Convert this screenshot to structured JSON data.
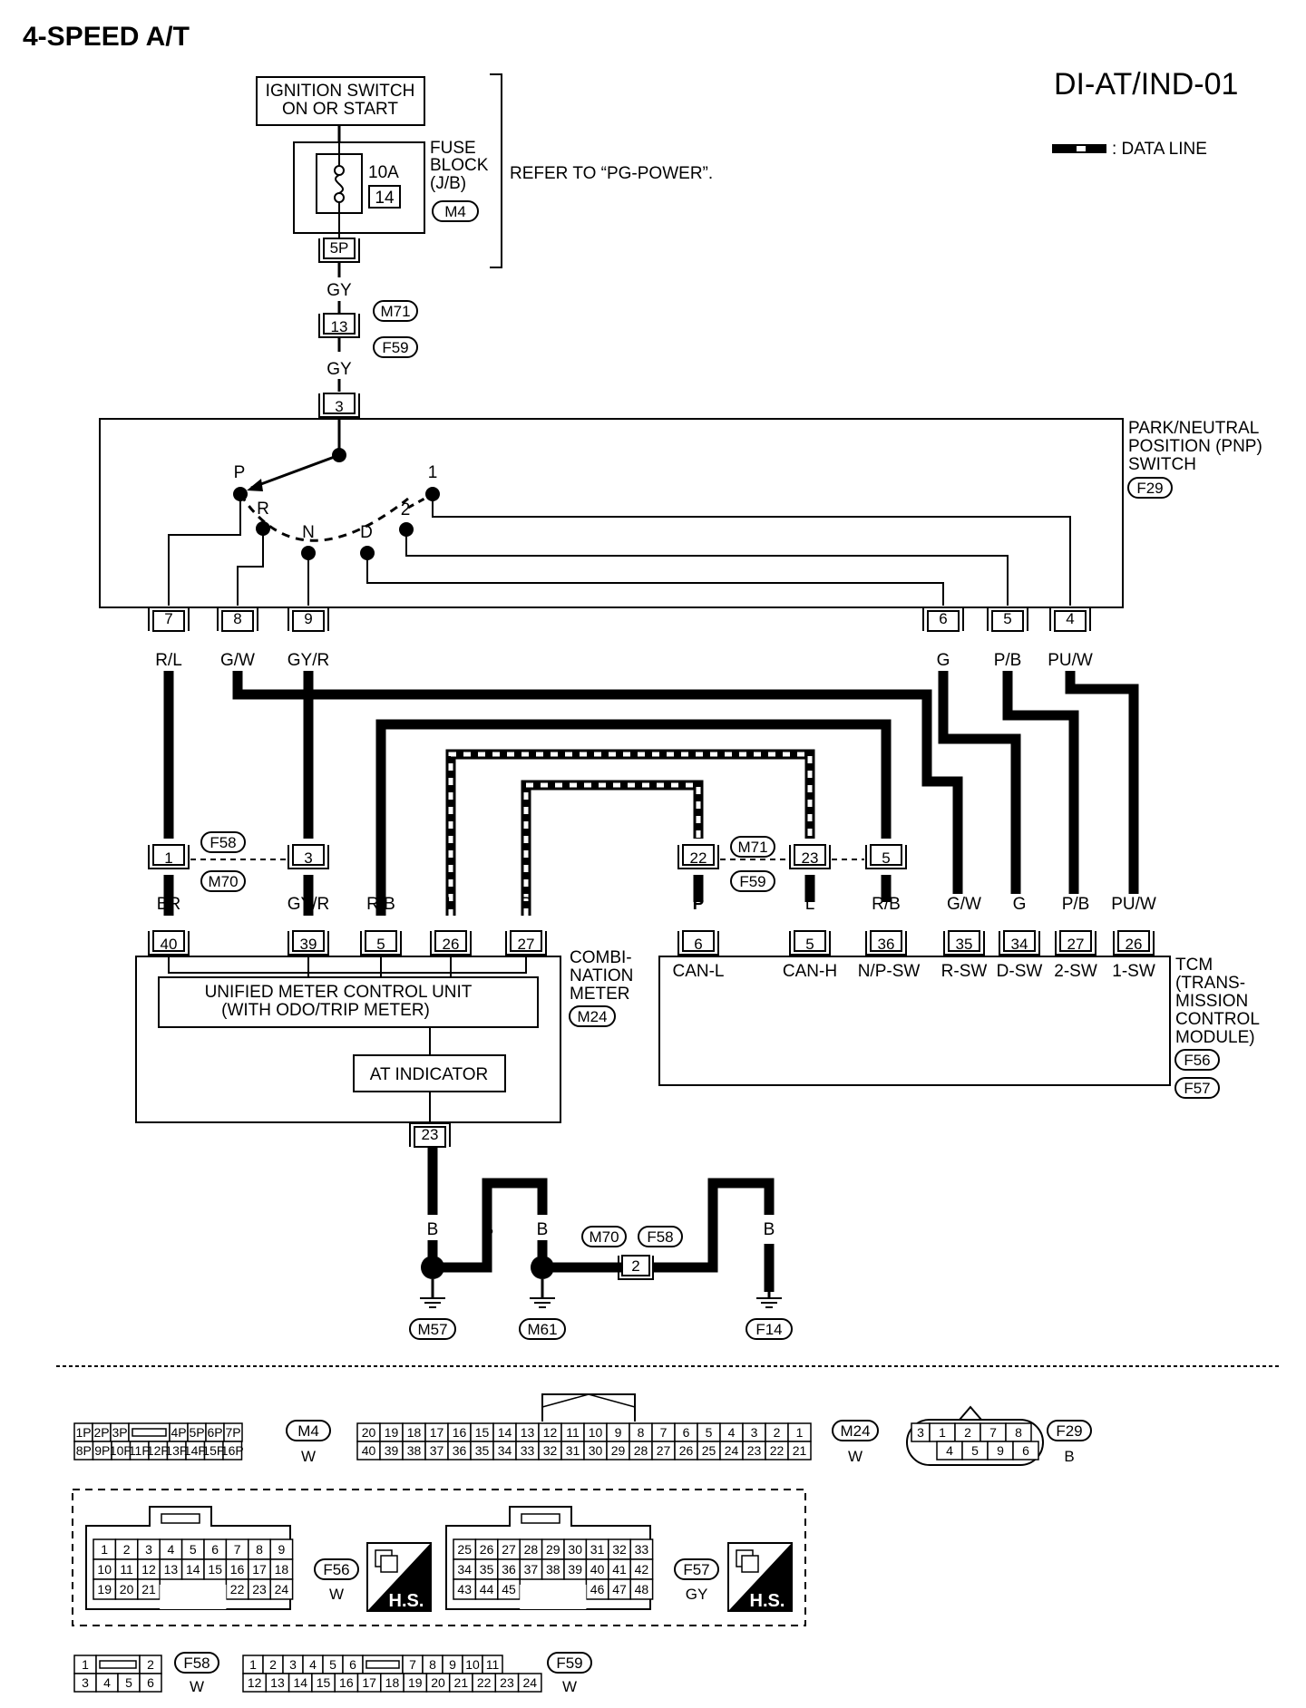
{
  "page": {
    "title": "4-SPEED A/T",
    "code": "DI-AT/IND-01",
    "legend_label": ": DATA LINE"
  },
  "power": {
    "ignition_line1": "IGNITION SWITCH",
    "ignition_line2": "ON OR START",
    "fuse_rating": "10A",
    "fuse_number": "14",
    "fuse_label1": "FUSE",
    "fuse_label2": "BLOCK",
    "fuse_label3": "(J/B)",
    "fuse_conn": "M4",
    "fuse_pin": "5P",
    "refer": "REFER TO “PG-POWER”.",
    "wire1": "GY",
    "inline_pin": "13",
    "inline_m": "M71",
    "inline_f": "F59",
    "wire2": "GY"
  },
  "pnp": {
    "label1": "PARK/NEUTRAL",
    "label2": "POSITION (PNP)",
    "label3": "SWITCH",
    "conn": "F29",
    "top_pin": "3",
    "positions": [
      "P",
      "R",
      "N",
      "D",
      "2",
      "1"
    ],
    "pins": [
      "7",
      "8",
      "9",
      "6",
      "5",
      "4"
    ],
    "wires": [
      "R/L",
      "G/W",
      "GY/R",
      "G",
      "P/B",
      "PU/W"
    ]
  },
  "joint_left": {
    "pin1": "1",
    "pin3": "3",
    "f": "F58",
    "m": "M70"
  },
  "joint_right": {
    "pin22": "22",
    "pin23": "23",
    "pin5": "5",
    "m": "M71",
    "f": "F59"
  },
  "meter": {
    "wires": [
      "BR",
      "GY/R",
      "R/B",
      "L",
      "P"
    ],
    "pins": [
      "40",
      "39",
      "5",
      "26",
      "27"
    ],
    "label1": "COMBI-",
    "label2": "NATION",
    "label3": "METER",
    "conn": "M24",
    "unit1": "UNIFIED METER CONTROL UNIT",
    "unit2": "(WITH ODO/TRIP METER)",
    "indicator": "AT INDICATOR",
    "ground_pin": "23"
  },
  "tcm": {
    "wires": [
      "P",
      "L",
      "R/B",
      "G/W",
      "G",
      "P/B",
      "PU/W"
    ],
    "pins": [
      "6",
      "5",
      "36",
      "35",
      "34",
      "27",
      "26"
    ],
    "terms": [
      "CAN-L",
      "CAN-H",
      "N/P-SW",
      "R-SW",
      "D-SW",
      "2-SW",
      "1-SW"
    ],
    "label1": "TCM",
    "label2": "(TRANS-",
    "label3": "MISSION",
    "label4": "CONTROL",
    "label5": "MODULE)",
    "conn1": "F56",
    "conn2": "F57"
  },
  "ground": {
    "wire": "B",
    "m57": "M57",
    "m61": "M61",
    "f14": "F14",
    "joint_pin": "2",
    "joint_m": "M70",
    "joint_f": "F58"
  },
  "connectors": {
    "m4": {
      "id": "M4",
      "color": "W",
      "row1": [
        "1P",
        "2P",
        "3P",
        "",
        "4P",
        "5P",
        "6P",
        "7P"
      ],
      "row2": [
        "8P",
        "9P",
        "10P",
        "11P",
        "12P",
        "13P",
        "14P",
        "15P",
        "16P"
      ]
    },
    "m24": {
      "id": "M24",
      "color": "W",
      "row1": [
        "20",
        "19",
        "18",
        "17",
        "16",
        "15",
        "14",
        "13",
        "12",
        "11",
        "10",
        "9",
        "8",
        "7",
        "6",
        "5",
        "4",
        "3",
        "2",
        "1"
      ],
      "row2": [
        "40",
        "39",
        "38",
        "37",
        "36",
        "35",
        "34",
        "33",
        "32",
        "31",
        "30",
        "29",
        "28",
        "27",
        "26",
        "25",
        "24",
        "23",
        "22",
        "21"
      ]
    },
    "f29": {
      "id": "F29",
      "color": "B",
      "row1": [
        "3",
        "1",
        "2",
        "7",
        "8"
      ],
      "row2": [
        "4",
        "5",
        "9",
        "6"
      ]
    },
    "f56": {
      "id": "F56",
      "color": "W",
      "hs": "H.S.",
      "row1": [
        "1",
        "2",
        "3",
        "4",
        "5",
        "6",
        "7",
        "8",
        "9"
      ],
      "row2": [
        "10",
        "11",
        "12",
        "13",
        "14",
        "15",
        "16",
        "17",
        "18"
      ],
      "row3a": [
        "19",
        "20",
        "21"
      ],
      "row3b": [
        "22",
        "23",
        "24"
      ]
    },
    "f57": {
      "id": "F57",
      "color": "GY",
      "hs": "H.S.",
      "row1": [
        "25",
        "26",
        "27",
        "28",
        "29",
        "30",
        "31",
        "32",
        "33"
      ],
      "row2": [
        "34",
        "35",
        "36",
        "37",
        "38",
        "39",
        "40",
        "41",
        "42"
      ],
      "row3a": [
        "43",
        "44",
        "45"
      ],
      "row3b": [
        "46",
        "47",
        "48"
      ]
    },
    "f58": {
      "id": "F58",
      "color": "W",
      "row1": [
        "1",
        "",
        "2"
      ],
      "row2": [
        "3",
        "4",
        "5",
        "6"
      ]
    },
    "f59": {
      "id": "F59",
      "color": "W",
      "row1": [
        "1",
        "2",
        "3",
        "4",
        "5",
        "6",
        "",
        "7",
        "8",
        "9",
        "10",
        "11"
      ],
      "row2": [
        "12",
        "13",
        "14",
        "15",
        "16",
        "17",
        "18",
        "19",
        "20",
        "21",
        "22",
        "23",
        "24"
      ]
    }
  }
}
